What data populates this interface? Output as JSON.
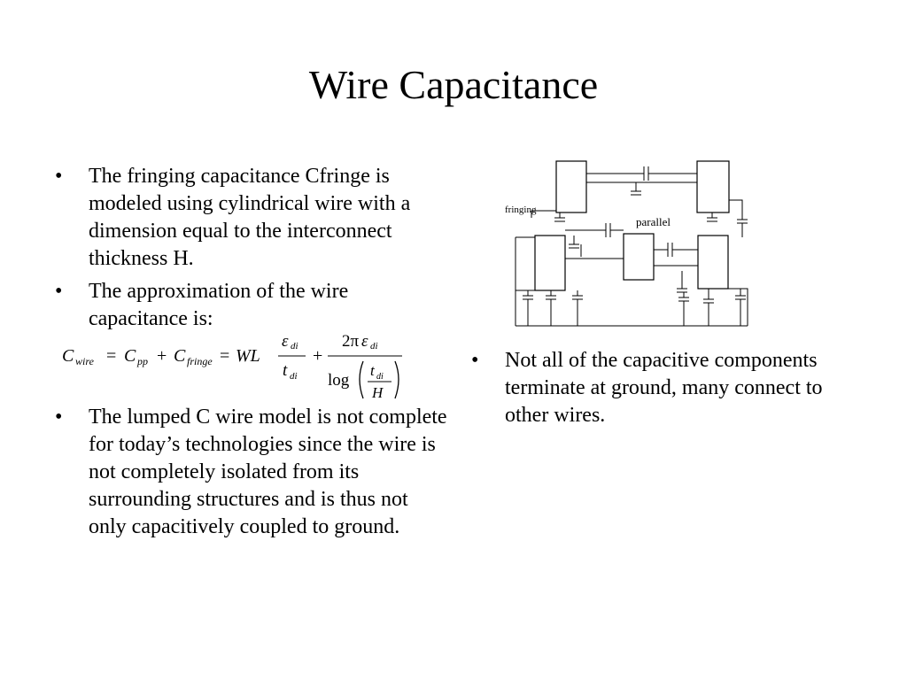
{
  "slide": {
    "title": "Wire Capacitance",
    "left_bullets_top": [
      "The fringing capacitance Cfringe is modeled using cylindrical wire with a dimension equal to the interconnect thickness H.",
      "The approximation of the wire capacitance is:"
    ],
    "left_bullets_bottom": [
      "The lumped C wire model is not complete for today’s technologies since the wire is not completely isolated from its surrounding structures and is thus not only capacitively coupled to ground."
    ],
    "right_bullets": [
      "Not all of the capacitive components terminate at ground, many connect to other wires."
    ]
  },
  "formula": {
    "C": "C",
    "wire": "wire",
    "eq": "=",
    "pp": "pp",
    "plus": "+",
    "fringe": "fringe",
    "WL": "WL",
    "eps": "ε",
    "di": "di",
    "t": "t",
    "two_pi": "2π",
    "log": "log",
    "H": "H"
  },
  "diagram": {
    "label_fringing": "fringing",
    "label_parallel": "parallel"
  }
}
